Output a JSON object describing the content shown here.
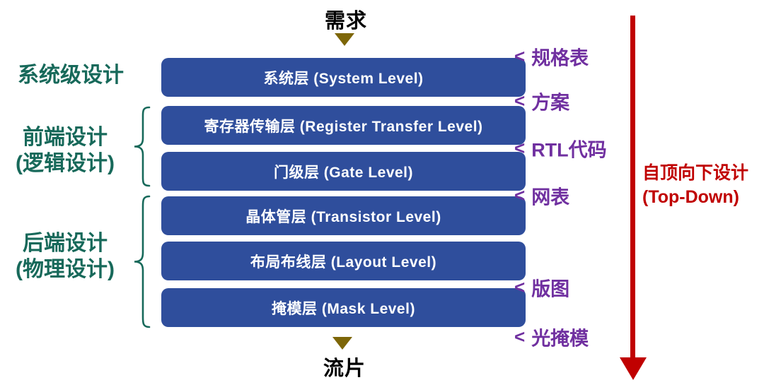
{
  "diagram_title": "IC design abstraction levels flow",
  "colors": {
    "box_blue": "#2F4E9C",
    "stage_green": "#17695A",
    "output_purple": "#7030A0",
    "arrow_red": "#C00000",
    "triangle_olive": "#7D6608",
    "box_text": "#FFFFFF",
    "flow_text": "#000000"
  },
  "flow": {
    "input_label": "需求",
    "output_label": "流片"
  },
  "boxes": [
    {
      "label": "系统层 (System Level)"
    },
    {
      "label": "寄存器传输层 (Register Transfer Level)"
    },
    {
      "label": "门级层 (Gate Level)"
    },
    {
      "label": "晶体管层 (Transistor Level)"
    },
    {
      "label": "布局布线层 (Layout Level)"
    },
    {
      "label": "掩模层 (Mask Level)"
    }
  ],
  "left_groups": [
    {
      "lines": [
        "系统级设计"
      ]
    },
    {
      "lines": [
        "前端设计",
        "(逻辑设计)"
      ]
    },
    {
      "lines": [
        "后端设计",
        "(物理设计)"
      ]
    }
  ],
  "outputs": [
    {
      "marker": "<",
      "label": "规格表"
    },
    {
      "marker": "<",
      "label": "方案"
    },
    {
      "marker": "<",
      "label": "RTL代码"
    },
    {
      "marker": "<",
      "label": "网表"
    },
    {
      "marker": "<",
      "label": "版图"
    },
    {
      "marker": "<",
      "label": "光掩模"
    }
  ],
  "top_down": {
    "lines": [
      "自顶向下设计",
      "(Top-Down)"
    ]
  }
}
